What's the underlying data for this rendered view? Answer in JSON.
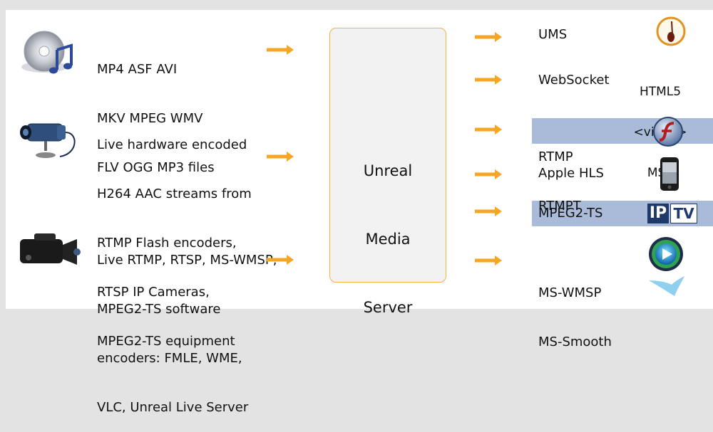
{
  "inputs": [
    {
      "icon": "media-files-icon",
      "lines": [
        "MP4 ASF AVI",
        "MKV MPEG WMV",
        "FLV OGG MP3 files"
      ]
    },
    {
      "icon": "ip-camera-icon",
      "lines": [
        "Live hardware encoded",
        "H264 AAC streams from",
        "RTMP Flash encoders,",
        "RTSP IP Cameras,",
        "MPEG2-TS equipment"
      ]
    },
    {
      "icon": "video-camera-icon",
      "lines": [
        "Live RTMP, RTSP, MS-WMSP,",
        "MPEG2-TS software",
        "encoders: FMLE, WME,",
        "VLC, Unreal Live Server"
      ]
    }
  ],
  "server": {
    "label_lines": [
      "Unreal",
      "Media",
      "Server"
    ]
  },
  "outputs": [
    {
      "label": "UMS",
      "icon": "ums-logo-icon"
    },
    {
      "label": "WebSocket",
      "icon_text": [
        "HTML5",
        "<video>",
        "MSE"
      ]
    },
    {
      "label_lines": [
        "RTMP",
        "RTMPT"
      ],
      "icon": "flash-icon",
      "highlighted": true
    },
    {
      "label": "Apple HLS",
      "icon": "iphone-icon"
    },
    {
      "label": "MPEG2-TS",
      "icon": "iptv-icon",
      "icon_text": [
        "IP",
        "TV"
      ],
      "highlighted": true
    },
    {
      "label_lines": [
        "MS-WMSP",
        "MS-Smooth"
      ],
      "icon": "windows-media-icon"
    }
  ],
  "colors": {
    "arrow": "#f5a623",
    "band": "#aabbd9",
    "server_border": "#f2b441",
    "server_fill": "#f2f2f2",
    "background": "#e3e3e3"
  }
}
